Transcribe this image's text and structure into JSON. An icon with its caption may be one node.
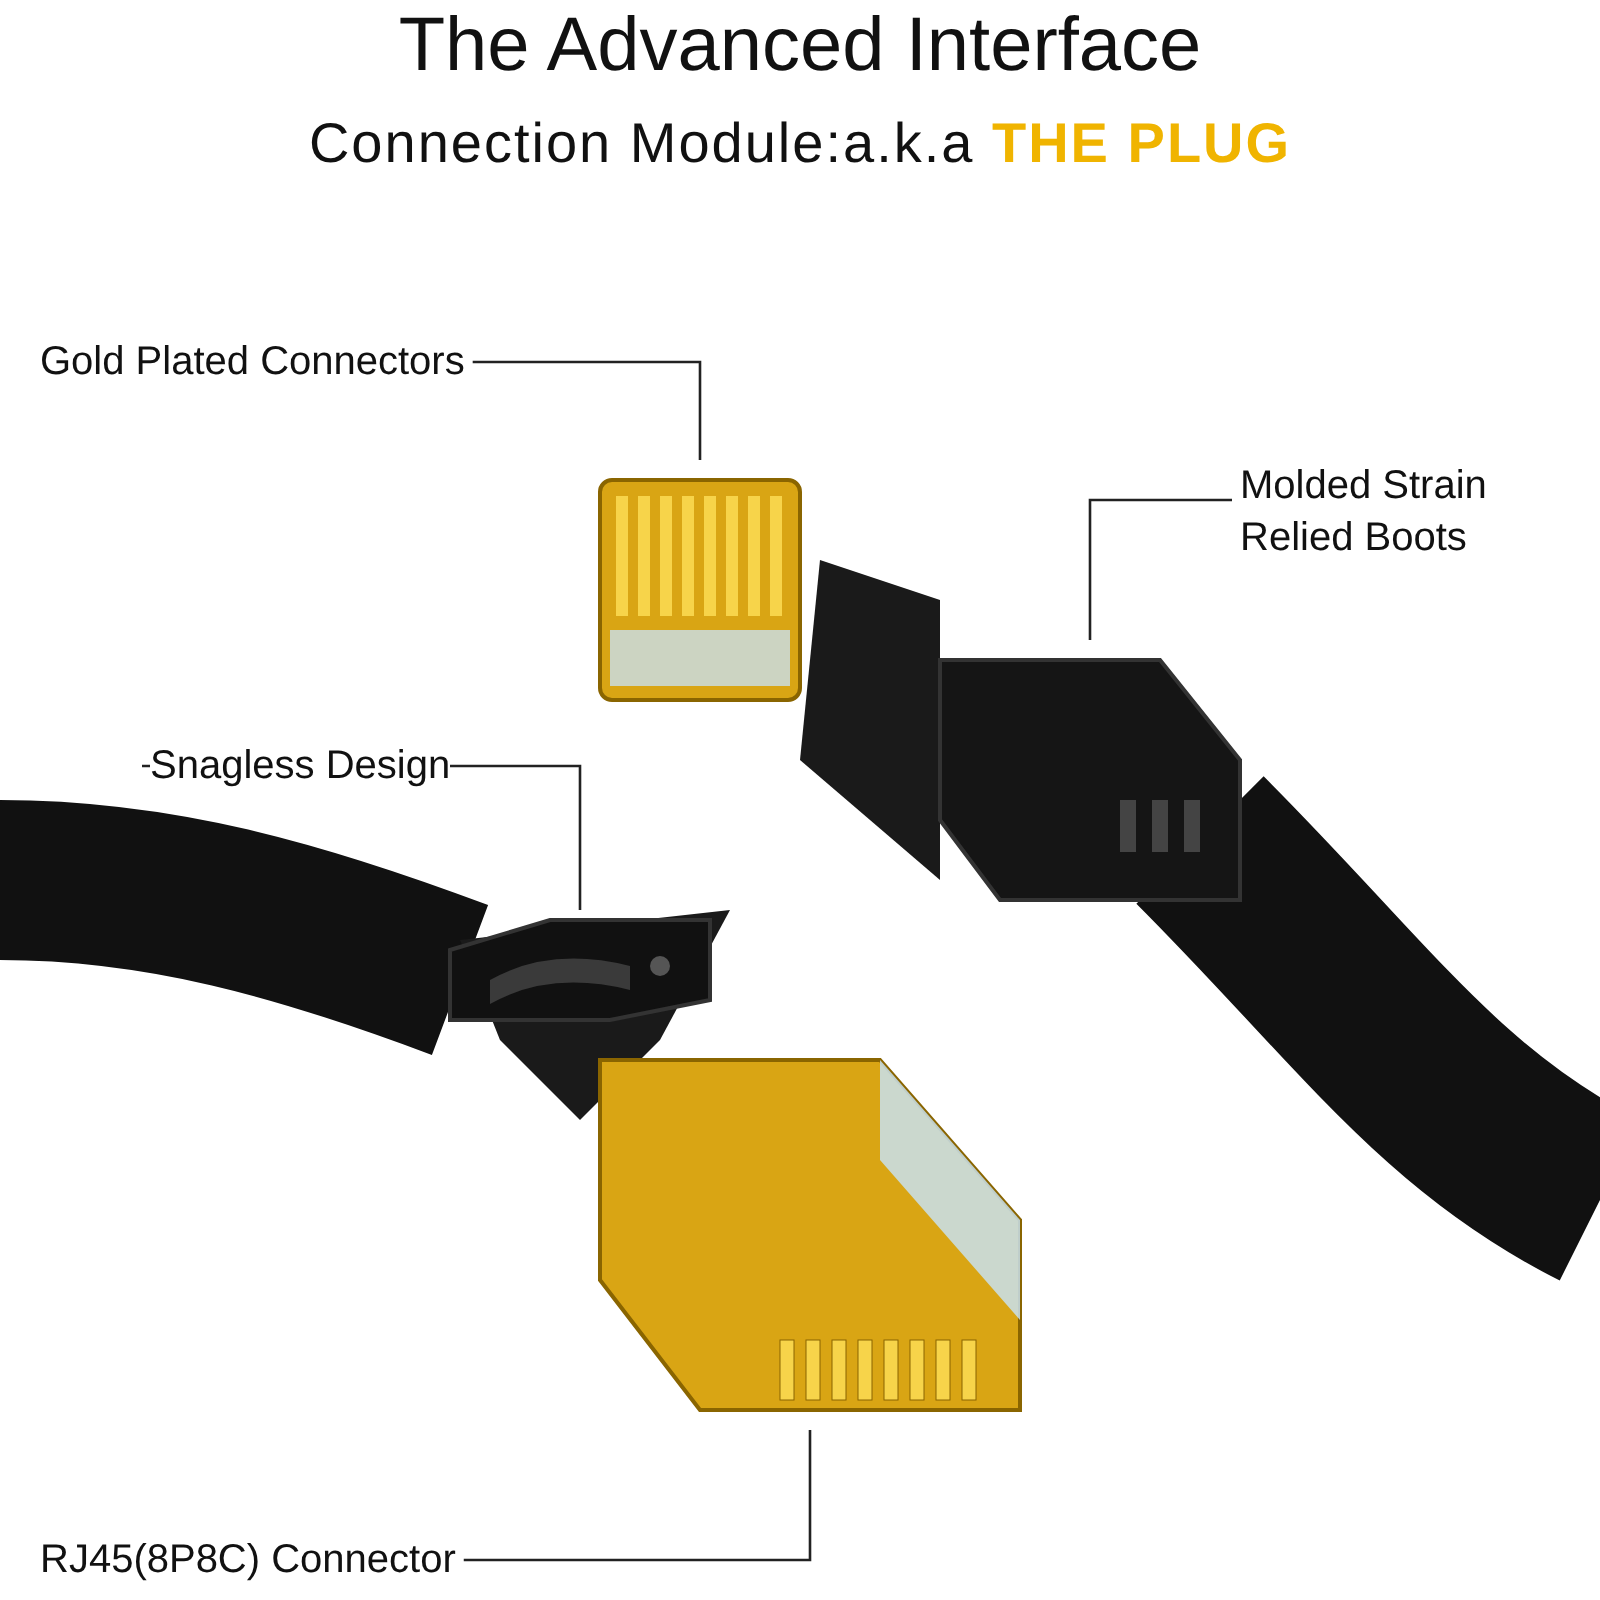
{
  "diagram": {
    "title": "The Advanced Interface",
    "nodes": [
      {
        "text": [
          "Gold Plated Connectors"
        ]
      },
      {
        "text": [
          "Molded Strain Relied Boots"
        ]
      },
      {
        "text": [
          "Snagless Design"
        ]
      },
      {
        "text": [
          "RJ45(8P8C) Connector"
        ]
      },
      {
        "text": [],
        "shape": "picture"
      },
      {
        "text": [],
        "shape": "picture"
      },
      {
        "text": [],
        "shape": "picture"
      },
      {
        "text": [],
        "shape": "picture"
      }
    ],
    "edges": [
      {
        "from": 0,
        "to": 4,
        "arrow": "none"
      },
      {
        "from": 1,
        "to": 5,
        "arrow": "none"
      },
      {
        "from": 2,
        "to": 6,
        "arrow": "none"
      },
      {
        "from": 3,
        "to": 7,
        "arrow": "none"
      }
    ],
    "labels": [
      "Connection Module:a.k.a **THE PLUG**"
    ]
  }
}
